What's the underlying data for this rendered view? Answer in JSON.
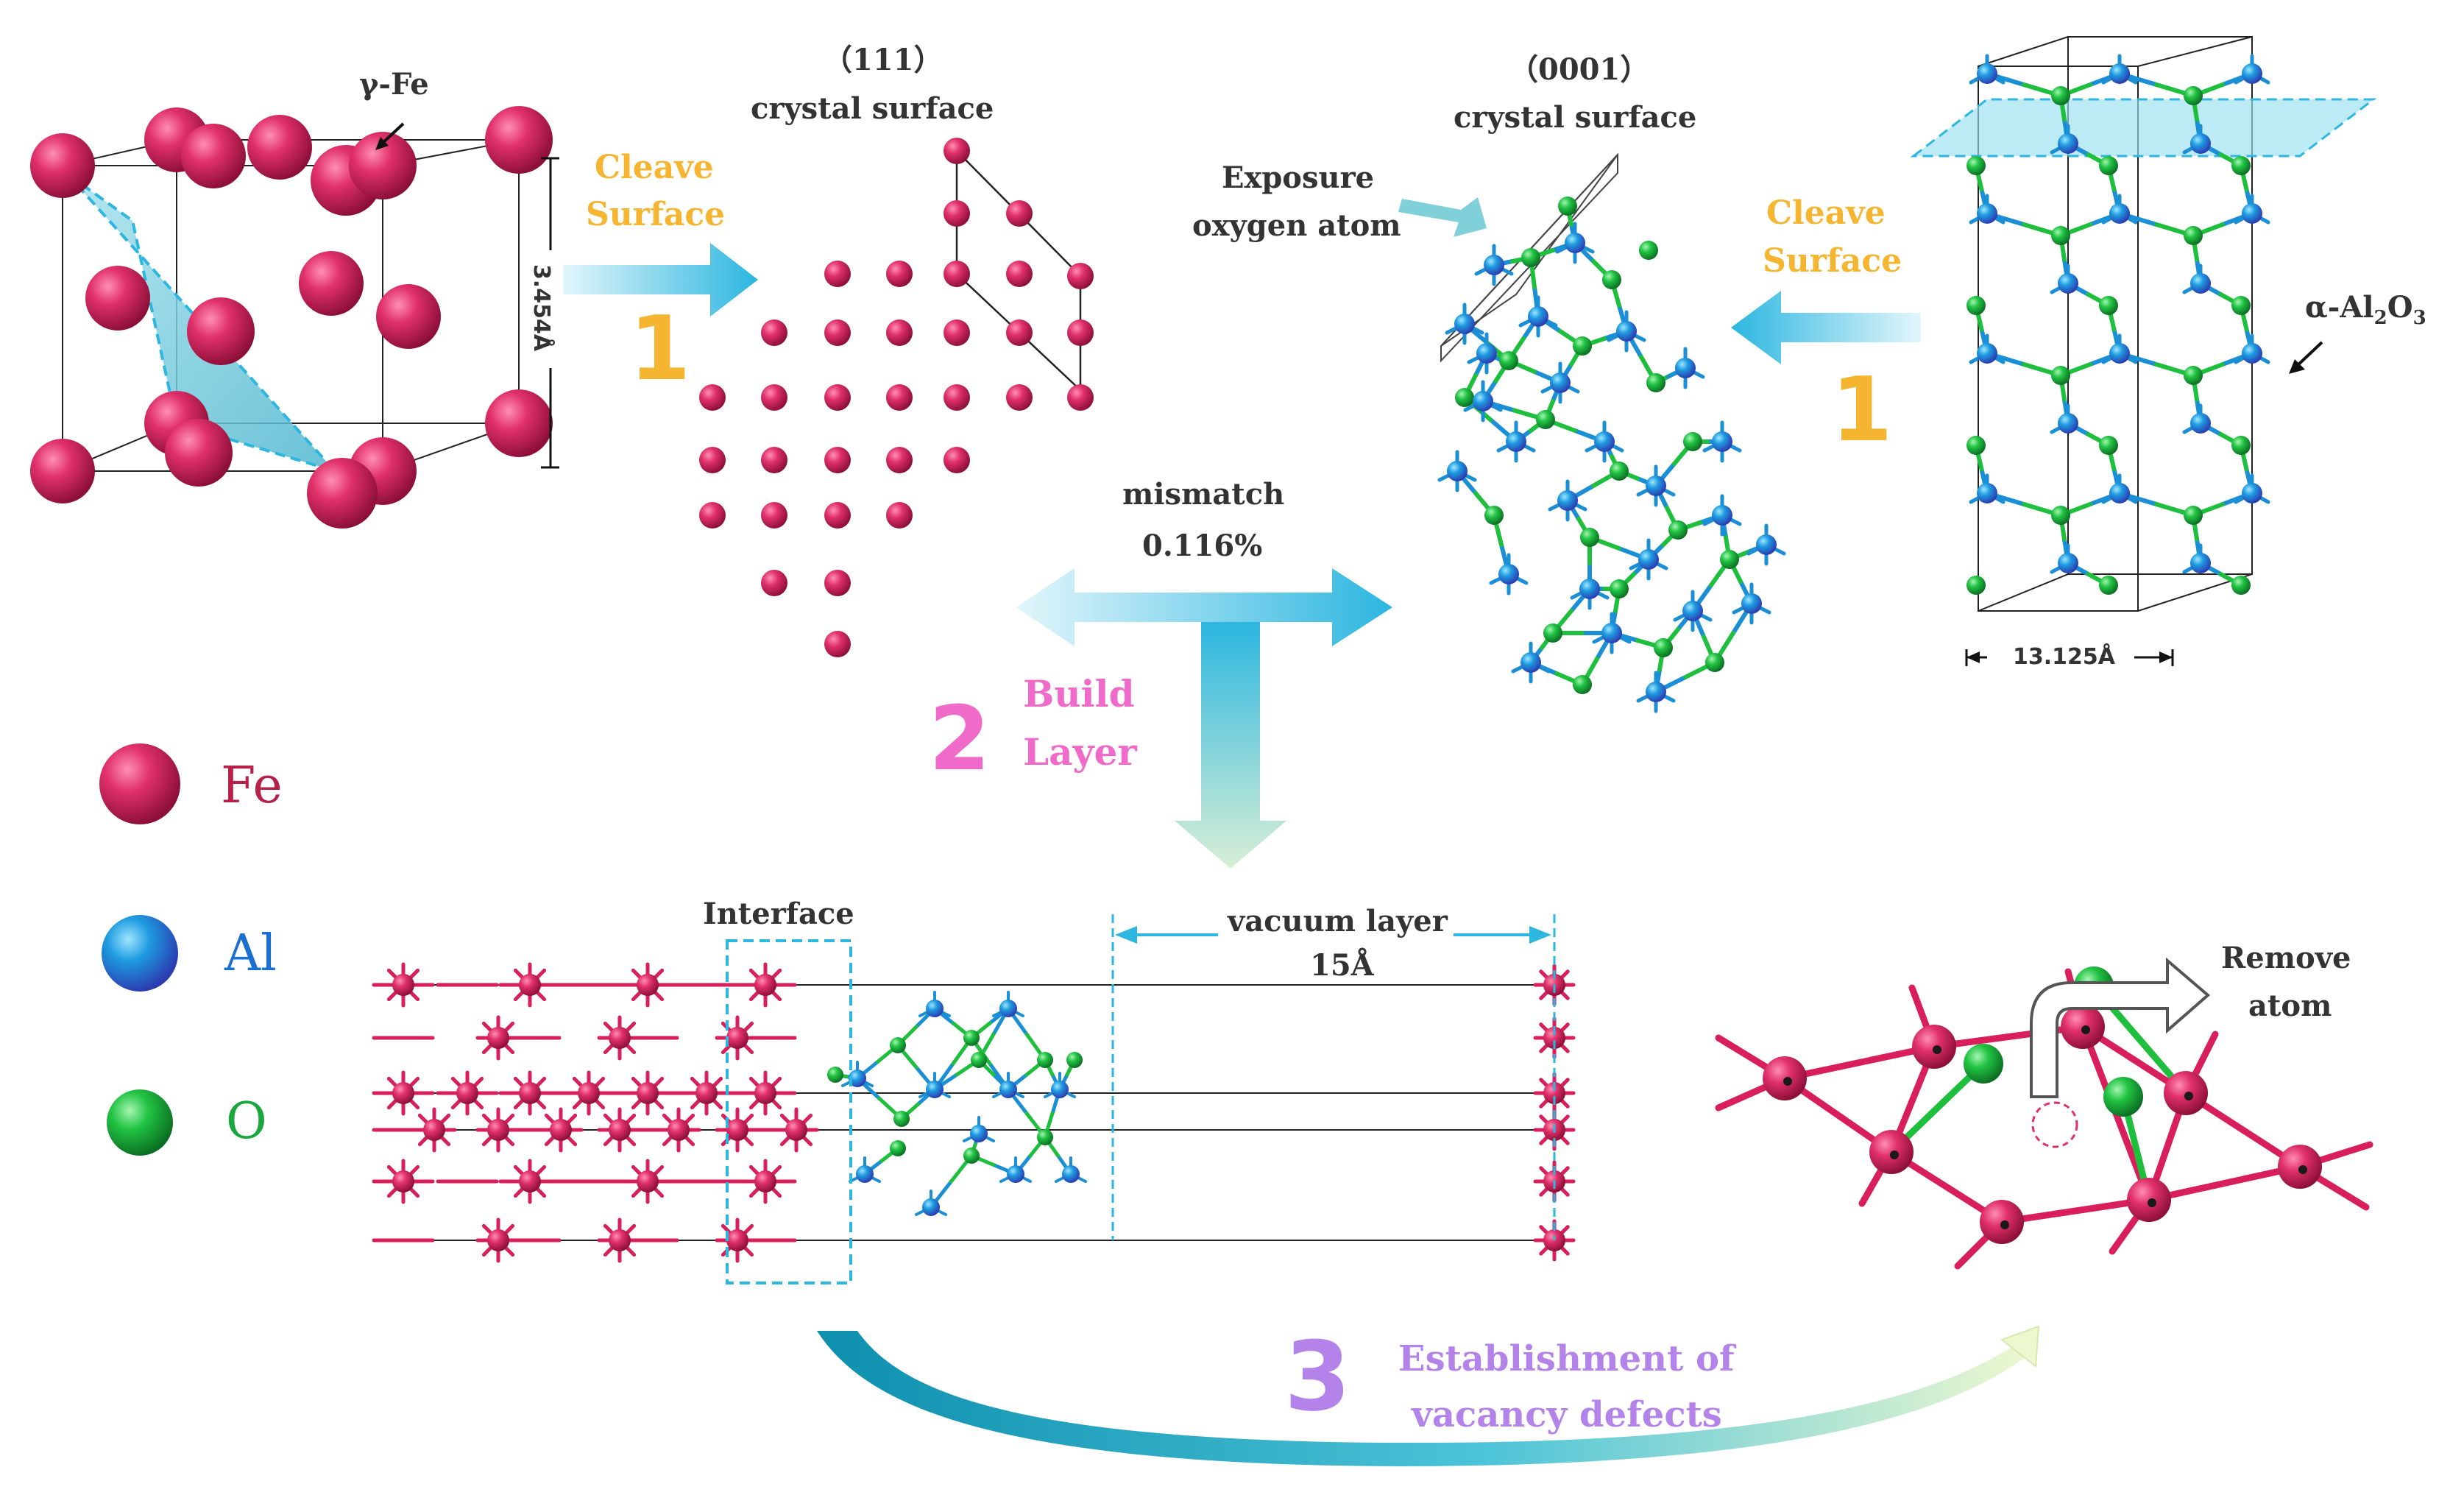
{
  "colors": {
    "fe": "#d81e5b",
    "al": "#1b8fd6",
    "o": "#1dbf3c",
    "arrow_cyan": "#2cb6e0",
    "step_orange": "#f5b530",
    "step_pink": "#f06ac9",
    "step_purple": "#b483ea",
    "text_dark": "#333333"
  },
  "fe_cell": {
    "label": "γ-Fe",
    "dimension": "3.454Å"
  },
  "step1_left": {
    "label_line1": "Cleave",
    "label_line2": "Surface",
    "number": "1"
  },
  "surface_111": {
    "index": "（111）",
    "label": "crystal surface"
  },
  "surface_0001": {
    "index": "（0001）",
    "label": "crystal surface",
    "exposure_line1": "Exposure",
    "exposure_line2": "oxygen atom"
  },
  "step1_right": {
    "label_line1": "Cleave",
    "label_line2": "Surface",
    "number": "1"
  },
  "al2o3_cell": {
    "label_prefix": "α-Al",
    "sub1": "2",
    "label_mid": "O",
    "sub2": "3",
    "dimension": "13.125Å"
  },
  "mismatch": {
    "label": "mismatch",
    "value": "0.116%"
  },
  "step2": {
    "number": "2",
    "label_line1": "Build",
    "label_line2": "Layer"
  },
  "legend": [
    {
      "symbol": "Fe",
      "color": "#d81e5b"
    },
    {
      "symbol": "Al",
      "color": "#1b8fd6"
    },
    {
      "symbol": "O",
      "color": "#1dbf3c"
    }
  ],
  "interface": {
    "label": "Interface",
    "vacuum_label": "vacuum layer",
    "vacuum_value": "15Å"
  },
  "remove": {
    "line1": "Remove",
    "line2": "atom"
  },
  "step3": {
    "number": "3",
    "label_line1": "Establishment of",
    "label_line2": "vacancy defects"
  }
}
